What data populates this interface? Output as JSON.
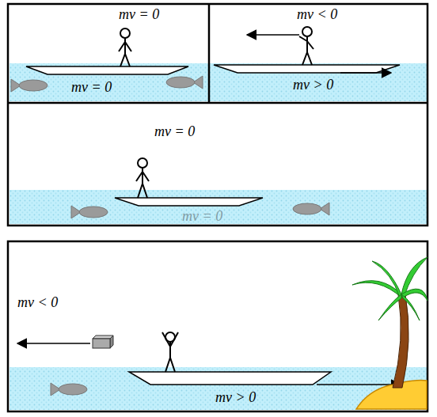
{
  "diagram": {
    "labels": [
      "mv = 0",
      "mv = 0",
      "mv < 0",
      "mv > 0",
      "mv = 0",
      "mv = 0",
      "mv < 0",
      "mv > 0"
    ]
  }
}
